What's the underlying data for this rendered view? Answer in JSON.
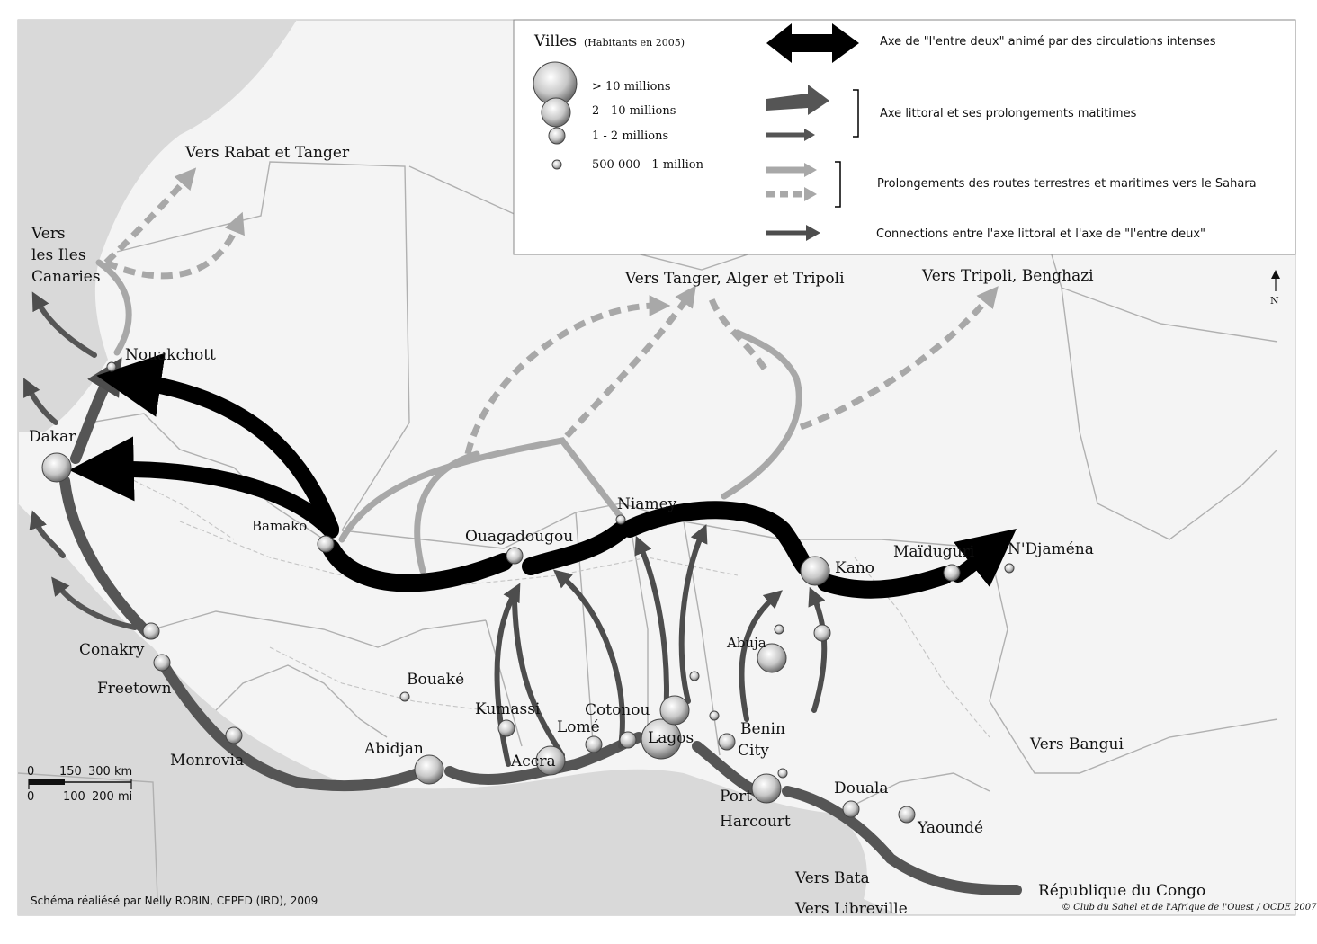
{
  "colors": {
    "black_axis": "#000000",
    "coastal_axis": "#555555",
    "sahara_route": "#a8a8a8",
    "connection": "#4d4d4d",
    "land": "#f4f4f4",
    "sea": "#d9d9d9"
  },
  "legend": {
    "cities_title": "Villes",
    "cities_subtitle": "(Habitants en 2005)",
    "size_1": "> 10 millions",
    "size_2": "2 - 10 millions",
    "size_3": "1 - 2 millions",
    "size_4": "500 000 - 1 million",
    "axis_entre_deux": "Axe de \"l'entre deux\" animé par des circulations intenses",
    "axis_littoral": "Axe littoral et ses prolongements matitimes",
    "sahara": "Prolongements des routes terrestres et maritimes vers le Sahara",
    "connections": "Connections entre l'axe littoral et l'axe de \"l'entre deux\""
  },
  "directions": {
    "rabat": "Vers Rabat et Tanger",
    "canaries_1": "Vers",
    "canaries_2": "les Iles",
    "canaries_3": "Canaries",
    "tanger_alger": "Vers Tanger, Alger et Tripoli",
    "tripoli_benghazi": "Vers Tripoli, Benghazi",
    "bangui": "Vers Bangui",
    "bata": "Vers Bata",
    "libreville": "Vers Libreville",
    "congo": "République du Congo"
  },
  "cities": {
    "nouakchott": "Nouakchott",
    "dakar": "Dakar",
    "bamako": "Bamako",
    "ouagadougou": "Ouagadougou",
    "niamey": "Niamey",
    "kano": "Kano",
    "maiduguri": "Maïduguri",
    "ndjamena": "N'Djaména",
    "conakry": "Conakry",
    "freetown": "Freetown",
    "monrovia": "Monrovia",
    "abidjan": "Abidjan",
    "bouake": "Bouaké",
    "kumassi": "Kumassi",
    "accra": "Accra",
    "lome": "Lomé",
    "cotonou": "Cotonou",
    "lagos": "Lagos",
    "abuja": "Abuja",
    "benin_city_1": "Benin",
    "benin_city_2": "City",
    "port_harcourt_1": "Port",
    "port_harcourt_2": "Harcourt",
    "douala": "Douala",
    "yaounde": "Yaoundé"
  },
  "scale": {
    "km_0": "0",
    "km_150": "150",
    "km_300": "300 km",
    "mi_0": "0",
    "mi_100": "100",
    "mi_200": "200 mi"
  },
  "north": "N",
  "credit_left": "Schéma réaliésé par Nelly ROBIN, CEPED (IRD), 2009",
  "credit_right": "© Club du Sahel et de l'Afrique de l'Ouest / OCDE 2007"
}
